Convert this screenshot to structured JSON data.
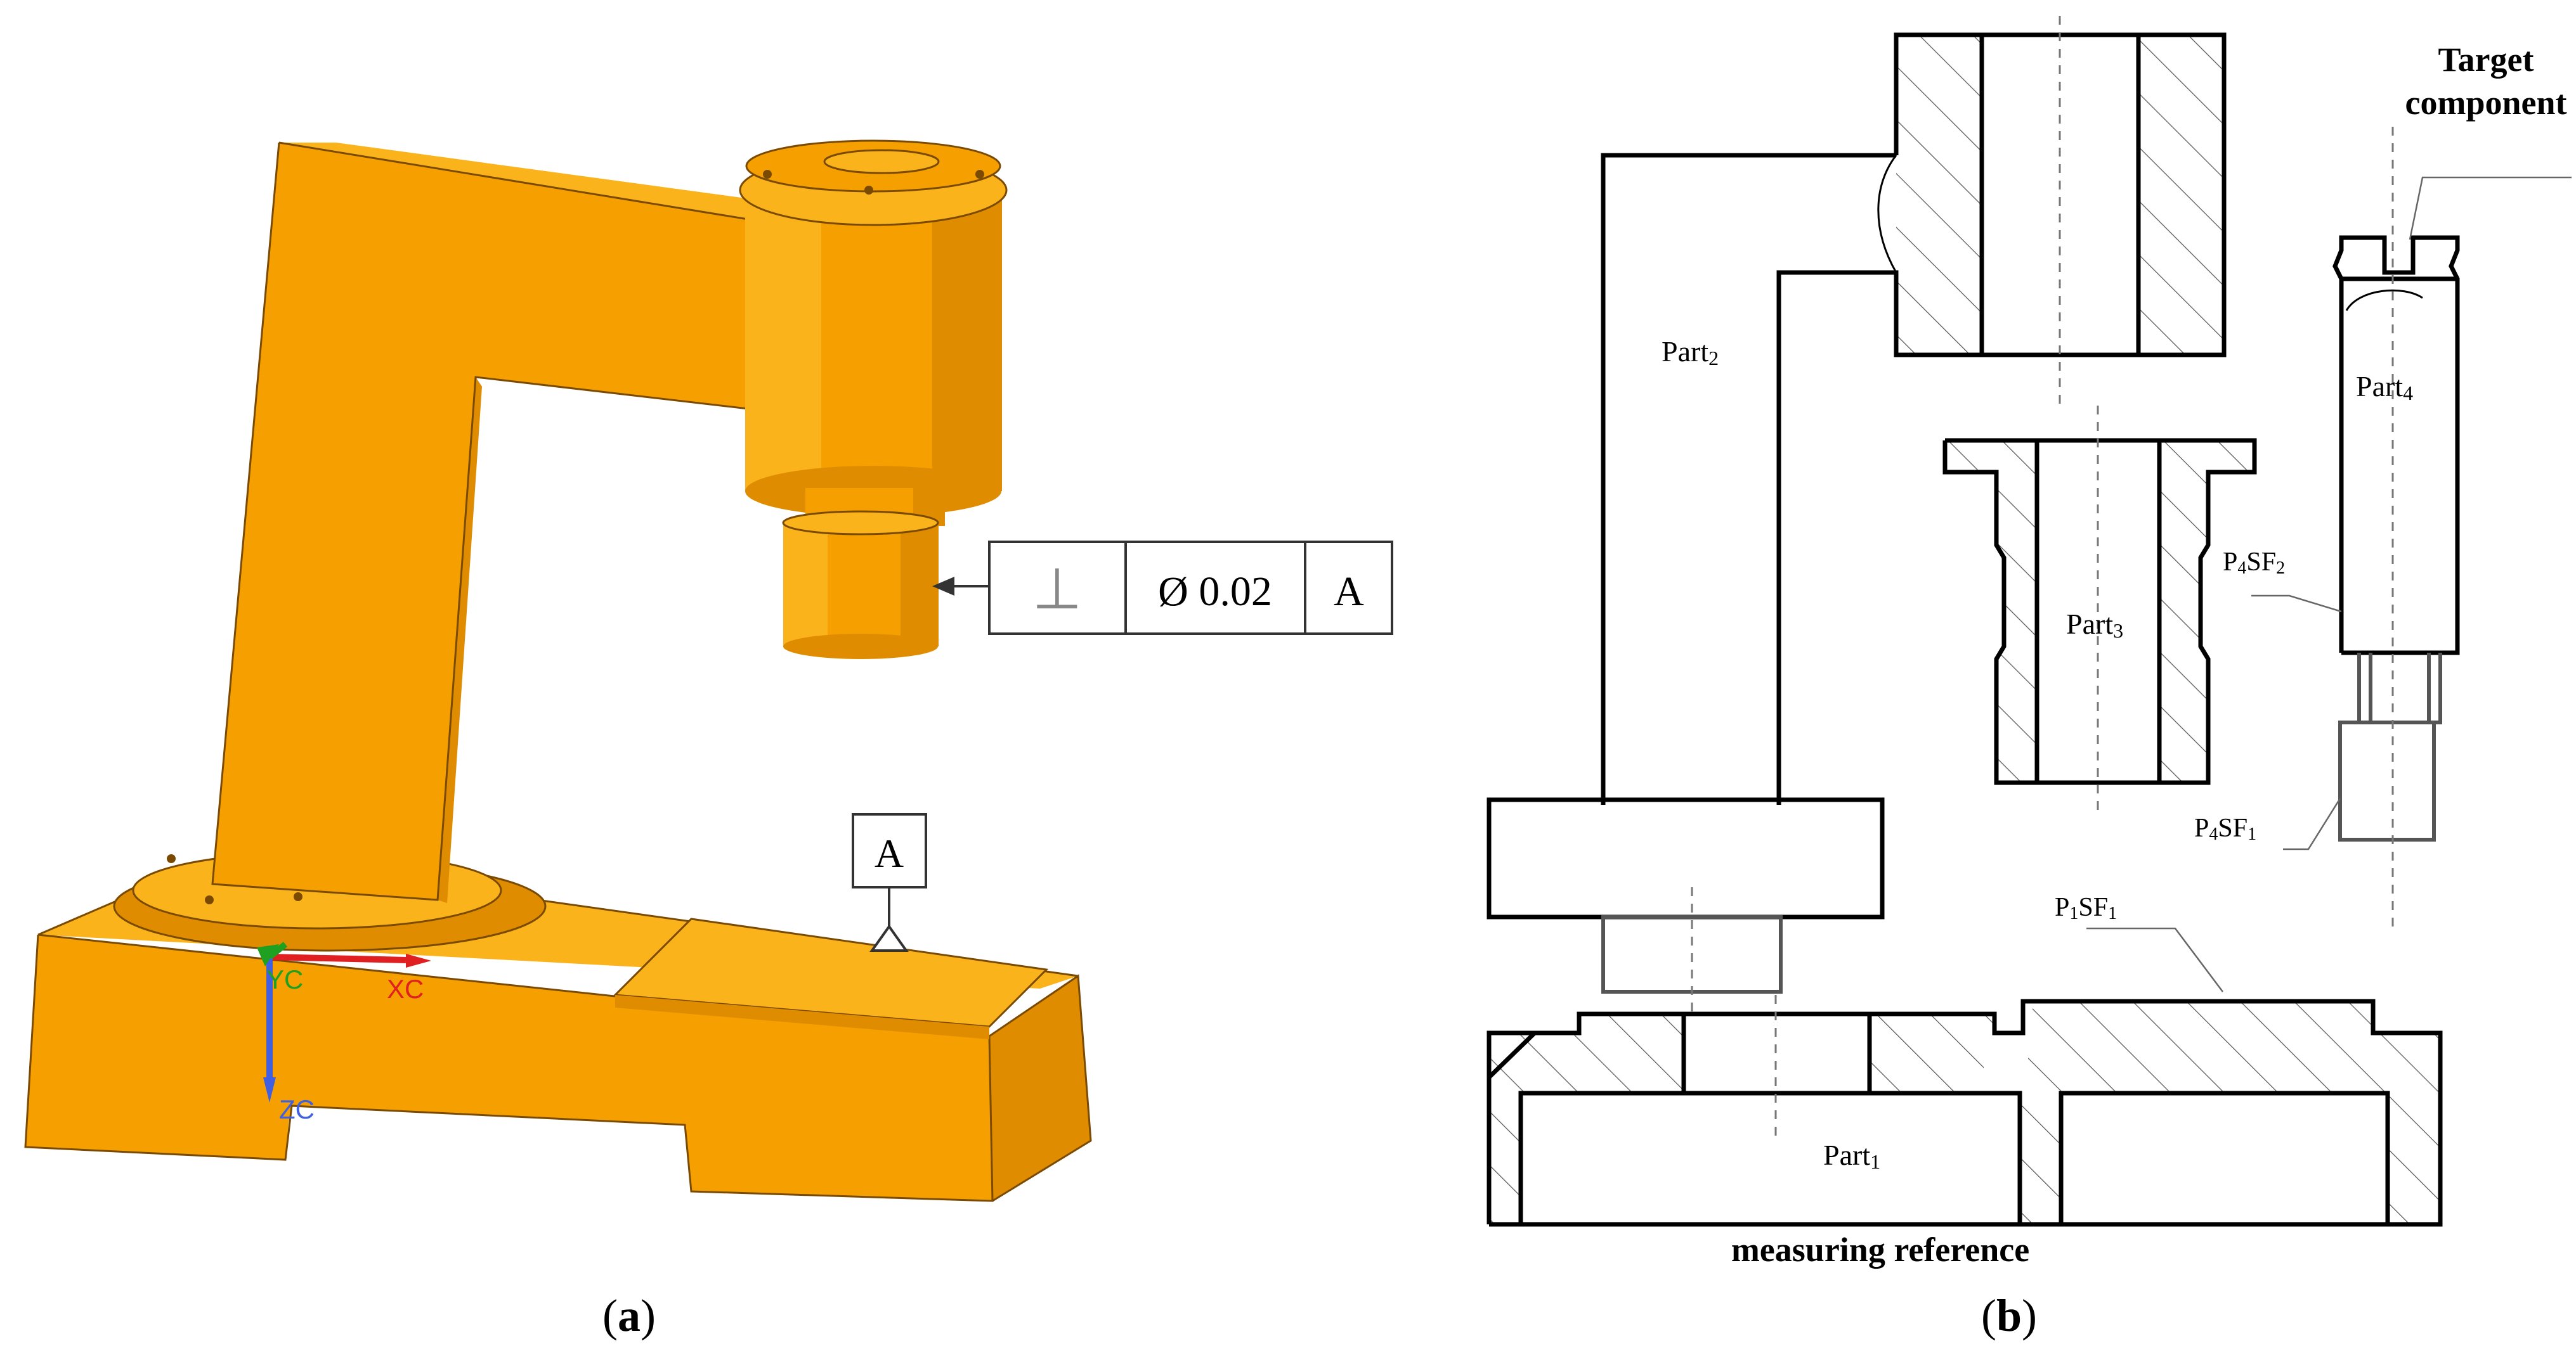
{
  "panel_a": {
    "caption_open": "(",
    "caption_letter": "a",
    "caption_close": ")",
    "fcf_symbol": "⊥",
    "fcf_tolerance": "Ø 0.02",
    "fcf_datum": "A",
    "datum_label": "A",
    "axes": {
      "yc": "YC",
      "xc": "XC",
      "zc": "ZC"
    },
    "colors": {
      "body": "#F5A000",
      "x_axis": "#e02020",
      "y_axis": "#20a020",
      "z_axis": "#4060e0"
    }
  },
  "panel_b": {
    "caption_open": "(",
    "caption_letter": "b",
    "caption_close": ")",
    "target_line1": "Target",
    "target_line2": "component",
    "part1": {
      "base": "Part",
      "sub": "1"
    },
    "part2": {
      "base": "Part",
      "sub": "2"
    },
    "part3": {
      "base": "Part",
      "sub": "3"
    },
    "part4": {
      "base": "Part",
      "sub": "4"
    },
    "p4sf2": {
      "a": "P",
      "a_sub": "4",
      "b": "SF",
      "b_sub": "2"
    },
    "p4sf1": {
      "a": "P",
      "a_sub": "4",
      "b": "SF",
      "b_sub": "1"
    },
    "p1sf1": {
      "a": "P",
      "a_sub": "1",
      "b": "SF",
      "b_sub": "1"
    },
    "measuring_reference": "measuring reference"
  }
}
